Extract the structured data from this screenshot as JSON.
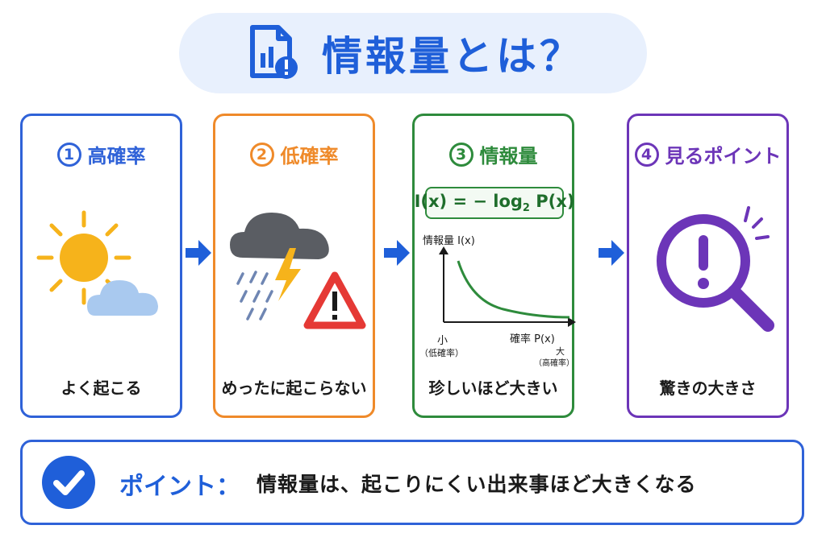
{
  "title": "情報量とは？",
  "cards": [
    {
      "num": "1",
      "title": "高確率",
      "caption": "よく起こる",
      "color": "#2f62d8"
    },
    {
      "num": "2",
      "title": "低確率",
      "caption": "めったに起こらない",
      "color": "#ef8a2a"
    },
    {
      "num": "3",
      "title": "情報量",
      "caption": "珍しいほど大きい",
      "color": "#2e8b3c"
    },
    {
      "num": "4",
      "title": "見るポイント",
      "caption": "驚きの大きさ",
      "color": "#6c35b8"
    }
  ],
  "formula": {
    "lhs": "I(x) = − log",
    "sub": "2",
    "rhs": " P(x)"
  },
  "graph": {
    "ylabel": "情報量 I(x)",
    "xlabel": "確率 P(x)",
    "left_label_1": "小",
    "left_label_2": "（低確率）",
    "right_label_1": "大",
    "right_label_2": "（高確率）"
  },
  "point": {
    "label": "ポイント：",
    "text": "情報量は、起こりにくい出来事ほど大きくなる"
  },
  "colors": {
    "blue": "#2f62d8",
    "orange": "#ef8a2a",
    "green": "#2e8b3c",
    "purple": "#6c35b8",
    "sun": "#f6b31b",
    "cloud": "#a9c9ef",
    "storm": "#5a5d63",
    "warning": "#e53935"
  },
  "icons": [
    "document-chart-icon",
    "sun-cloud-icon",
    "storm-warning-icon",
    "magnifier-exclamation-icon",
    "check-icon",
    "arrow-right-icon"
  ]
}
